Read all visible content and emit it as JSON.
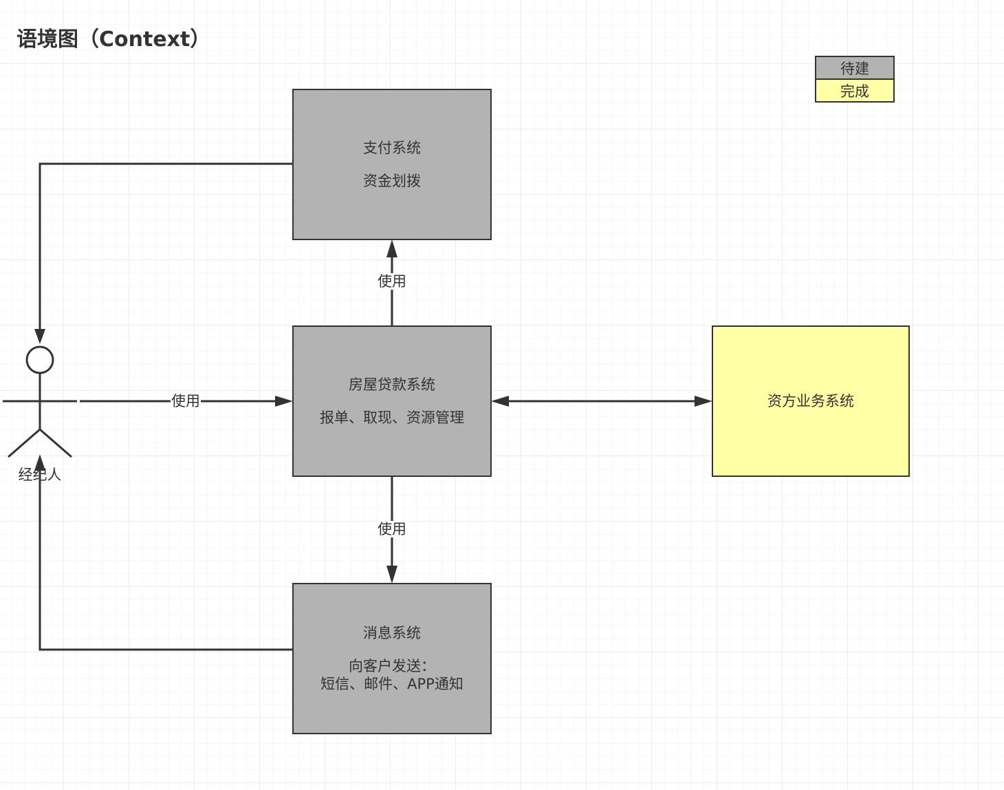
{
  "title": "语境图（Context）",
  "legend": {
    "pending": "待建",
    "done": "完成"
  },
  "colors": {
    "pending": "#b3b3b3",
    "done": "#ffffa6",
    "stroke": "#333333"
  },
  "actor": {
    "label": "经纪人"
  },
  "nodes": {
    "payment": {
      "title": "支付系统",
      "subtitle": "资金划拨",
      "status": "pending"
    },
    "loan": {
      "title": "房屋贷款系统",
      "subtitle": "报单、取现、资源管理",
      "status": "pending"
    },
    "message": {
      "title": "消息系统",
      "subtitle_line1": "向客户发送：",
      "subtitle_line2": "短信、邮件、APP通知",
      "status": "pending"
    },
    "funder": {
      "title": "资方业务系统",
      "status": "done"
    }
  },
  "edges": {
    "actor_to_loan": "使用",
    "loan_to_payment": "使用",
    "loan_to_message": "使用"
  }
}
